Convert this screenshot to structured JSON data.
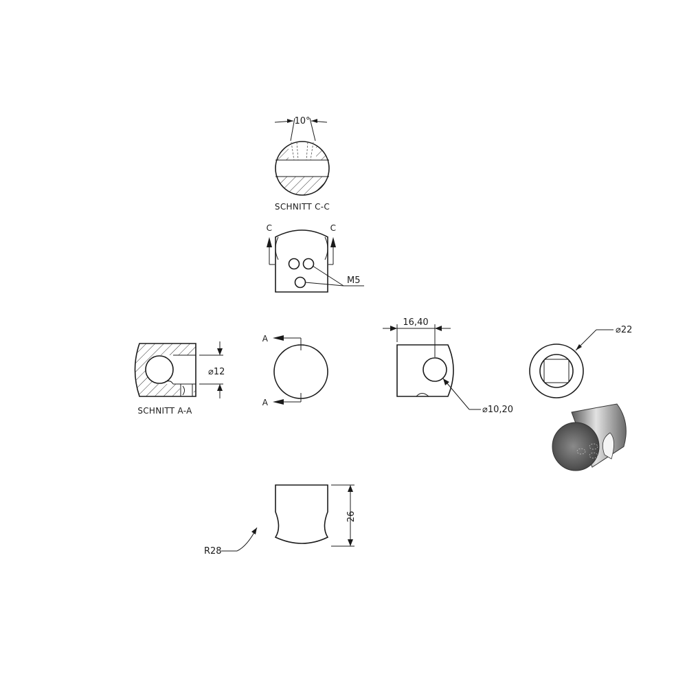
{
  "sections": {
    "c_label": "SCHNITT C-C",
    "a_label": "SCHNITT A-A"
  },
  "cut_markers": {
    "c_left": "C",
    "c_right": "C",
    "a_top": "A",
    "a_bottom": "A"
  },
  "dimensions": {
    "angle": "10°",
    "thread": "M5",
    "bore_dia": "⌀12",
    "offset": "16,40",
    "hole_dia": "⌀10,20",
    "outer_dia": "⌀22",
    "height": "26",
    "radius": "R28"
  },
  "colors": {
    "line": "#1a1a1a",
    "render_light": "#dcdcdc",
    "render_dark": "#4a4a4a"
  }
}
